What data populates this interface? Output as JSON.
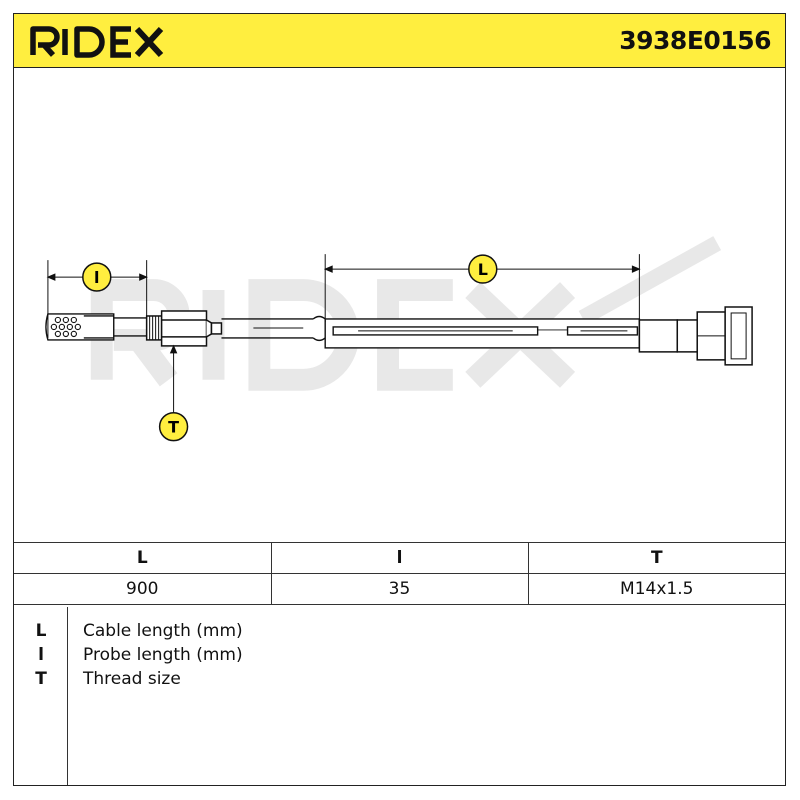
{
  "header": {
    "brand": "RIDEX",
    "part_number": "3938E0156",
    "background_color": "#ffee3f"
  },
  "drawing": {
    "watermark": "RIDEX",
    "callouts": {
      "cable": "L",
      "probe": "l",
      "thread": "T"
    }
  },
  "specs": {
    "headers": [
      "L",
      "l",
      "T"
    ],
    "values": [
      "900",
      "35",
      "M14x1.5"
    ]
  },
  "legend": [
    {
      "key": "L",
      "description": "Cable length (mm)"
    },
    {
      "key": "l",
      "description": "Probe length (mm)"
    },
    {
      "key": "T",
      "description": "Thread size"
    }
  ]
}
